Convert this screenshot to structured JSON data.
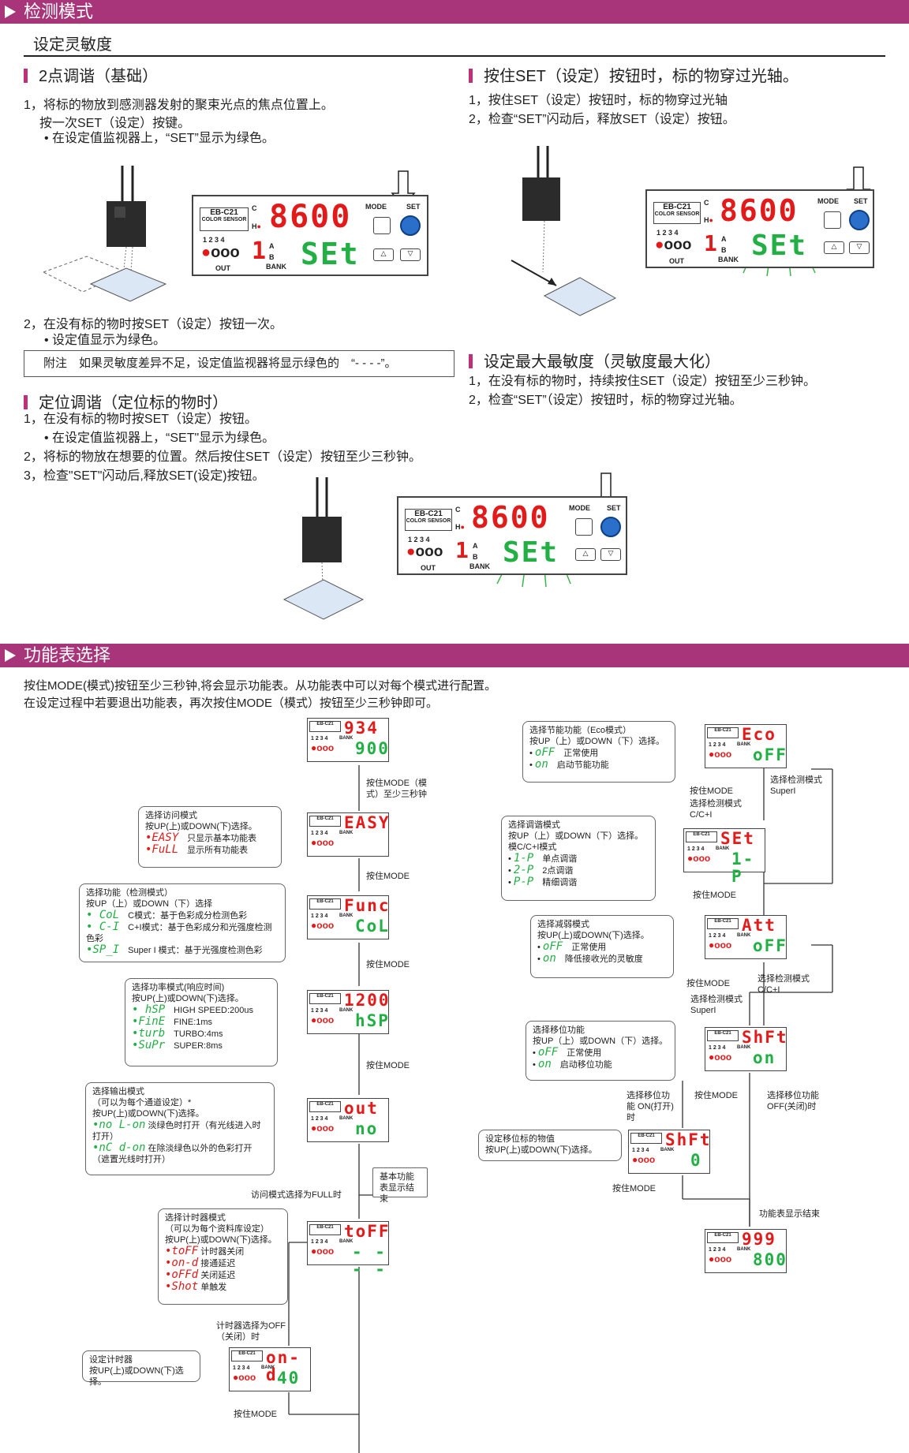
{
  "section1": {
    "title": "检测模式"
  },
  "subtitle": "设定灵敏度",
  "h_two_point": "2点调谐（基础）",
  "two_point": {
    "l1": "1，将标的物放到感测器发射的聚束光点的焦点位置上。",
    "l2": "按一次SET（设定）按键。",
    "l3": "• 在设定值监视器上，“SET”显示为绿色。",
    "l4": "2，在没有标的物时按SET（设定）按钮一次。",
    "l5": "• 设定值显示为绿色。"
  },
  "note": "附注　如果灵敏度差异不足，设定值监视器将显示绿色的　“- - - -”。",
  "h_pass": "按住SET（设定）按钮时，标的物穿过光轴。",
  "pass": {
    "l1": "1，按住SET（设定）按钮时，标的物穿过光轴",
    "l2": "2，检查“SET”闪动后，释放SET（设定）按钮。"
  },
  "h_max": "设定最大最敏度（灵敏度最大化）",
  "max": {
    "l1": "1，在没有标的物时，持续按住SET（设定）按钮至少三秒钟。",
    "l2": "2，检查“SET”（设定）按钮时，标的物穿过光轴。"
  },
  "h_position": "定位调谐（定位标的物时）",
  "position": {
    "l1": "1，在没有标的物时按SET（设定）按钮。",
    "l2": "• 在设定值监视器上，“SET\"显示为绿色。",
    "l3": "2，将标的物放在想要的位置。然后按住SET（设定）按钮至少三秒钟。",
    "l4": "3，检查\"SET\"闪动后,释放SET(设定)按钮。"
  },
  "panel": {
    "model": "EB-C21",
    "model_sub": "COLOR SENSOR",
    "red_value": "8600",
    "green_value": "SEt",
    "mode": "MODE",
    "set": "SET",
    "h": "H",
    "c": "C",
    "nums": "1 2 3 4",
    "out": "OUT",
    "bank": "BANK",
    "a": "A",
    "b": "B",
    "digit": "1"
  },
  "section2": {
    "title": "功能表选择"
  },
  "intro": {
    "l1": "按住MODE(模式)按钮至少三秒钟,将会显示功能表。从功能表中可以对每个模式进行配置。",
    "l2": "在设定过程中若要退出功能表，再次按住MODE（模式）按钮至少三秒钟即可。"
  },
  "flow_left": {
    "d0": {
      "top": "934",
      "bot": "900"
    },
    "a0": "按住MODE（模式）至少三秒钟",
    "b1": {
      "title": "选择访问模式",
      "hint": "按UP(上)或DOWN(下)选择。",
      "o1c": "•EASY",
      "o1t": "只显示基本功能表",
      "o2c": "•FuLL",
      "o2t": "显示所有功能表"
    },
    "d1": {
      "top": "EASY",
      "bot": ""
    },
    "a1": "按住MODE",
    "b2": {
      "title": "选择功能（检测模式）",
      "hint": "按UP（上）或DOWN（下）选择",
      "o1c": "• CoL",
      "o1t": "C模式：基于色彩成分检测色彩",
      "o2c": "• C-I",
      "o2t": "C+I模式：基于色彩成分和光强度检测色彩",
      "o3c": "•SP_I",
      "o3t": "Super I 模式：基于光强度检测色彩"
    },
    "d2": {
      "top": "Func",
      "bot": "CoL"
    },
    "a2": "按住MODE",
    "b3": {
      "title": "选择功率模式(响应时间)",
      "hint": "按UP(上)或DOWN(下)选择。",
      "o1c": "• hSP",
      "o1t": "HIGH SPEED:200us",
      "o2c": "•FinE",
      "o2t": "FINE:1ms",
      "o3c": "•turb",
      "o3t": "TURBO:4ms",
      "o4c": "•SuPr",
      "o4t": "SUPER:8ms"
    },
    "d3": {
      "top": "1200",
      "bot": "hSP"
    },
    "a3": "按住MODE",
    "b4": {
      "title": "选择输出模式",
      "sub": "（可以为每个通道设定）*",
      "hint": "按UP(上)或DOWN(下)选择。",
      "o1c": "•no L-on",
      "o1t": "淡绿色时打开（有光线进入时打开）",
      "o2c": "•nC d-on",
      "o2t": "在除淡绿色以外的色彩打开（遮置光线时打开）"
    },
    "d4": {
      "top": "out",
      "bot": "no"
    },
    "end_basic": "基本功能表显示结束",
    "a4": "访问模式选择为FULL时",
    "b5": {
      "title": "选择计时器模式",
      "sub": "（可以为每个资料库设定）",
      "hint": "按UP(上)或DOWN(下)选择。",
      "o1c": "•toFF",
      "o1t": "计时器关闭",
      "o2c": "•on-d",
      "o2t": "接通延迟",
      "o3c": "•oFFd",
      "o3t": "关闭延迟",
      "o4c": "•Shot",
      "o4t": "单触发"
    },
    "d5": {
      "top": "toFF",
      "bot": "- - - -"
    },
    "a5": "计时器选择为OFF（关闭）时",
    "b6": {
      "title": "设定计时器",
      "hint": "按UP(上)或DOWN(下)选择。"
    },
    "d6": {
      "top": "on-d",
      "bot": "40"
    },
    "a6": "按住MODE"
  },
  "flow_right": {
    "b1": {
      "title": "选择节能功能（Eco模式）",
      "hint": "按UP（上）或DOWN（下）选择。",
      "o1c": "oFF",
      "o1t": "正常使用",
      "o2c": "on",
      "o2t": "启动节能功能"
    },
    "d1": {
      "top": "Eco",
      "bot": "oFF"
    },
    "a1a": "按住MODE",
    "a1b": "选择检测模式 C/C+I",
    "a1c": "选择检测模式 SuperI",
    "b2": {
      "title": "选择调谐模式",
      "hint": "按UP（上）或DOWN（下）选择。",
      "hint2": "模C/C+I模式",
      "o1c": "1-P",
      "o1t": "单点调谐",
      "o2c": "2-P",
      "o2t": "2点调谐",
      "o3c": "P-P",
      "o3t": "精细调谐"
    },
    "d2": {
      "top": "SEt",
      "bot": "1-P"
    },
    "a2": "按住MODE",
    "b3": {
      "title": "选择减弱模式",
      "hint": "按UP(上)或DOWN(下)选择。",
      "o1c": "oFF",
      "o1t": "正常使用",
      "o2c": "on",
      "o2t": "降低接收光的灵敏度"
    },
    "d3": {
      "top": "Att",
      "bot": "oFF"
    },
    "a3a": "按住MODE",
    "a3b": "选择检测模式SuperI",
    "a3c": "选择检测模式 C/C+I",
    "b4": {
      "title": "选择移位功能",
      "hint": "按UP（上）或DOWN（下）选择。",
      "o1c": "oFF",
      "o1t": "正常使用",
      "o2c": "on",
      "o2t": "启动移位功能"
    },
    "d4": {
      "top": "ShFt",
      "bot": "on"
    },
    "a4a": "选择移位功能 ON(打开)时",
    "a4b": "按住MODE",
    "a4c": "选择移位功能 OFF(关闭)时",
    "b5": {
      "title": "设定移位标的物值",
      "hint": "按UP(上)或DOWN(下)选择。"
    },
    "d5": {
      "top": "ShFt",
      "bot": "0"
    },
    "a5": "按住MODE",
    "end": "功能表显示结束",
    "d6": {
      "top": "999",
      "bot": "800"
    }
  }
}
